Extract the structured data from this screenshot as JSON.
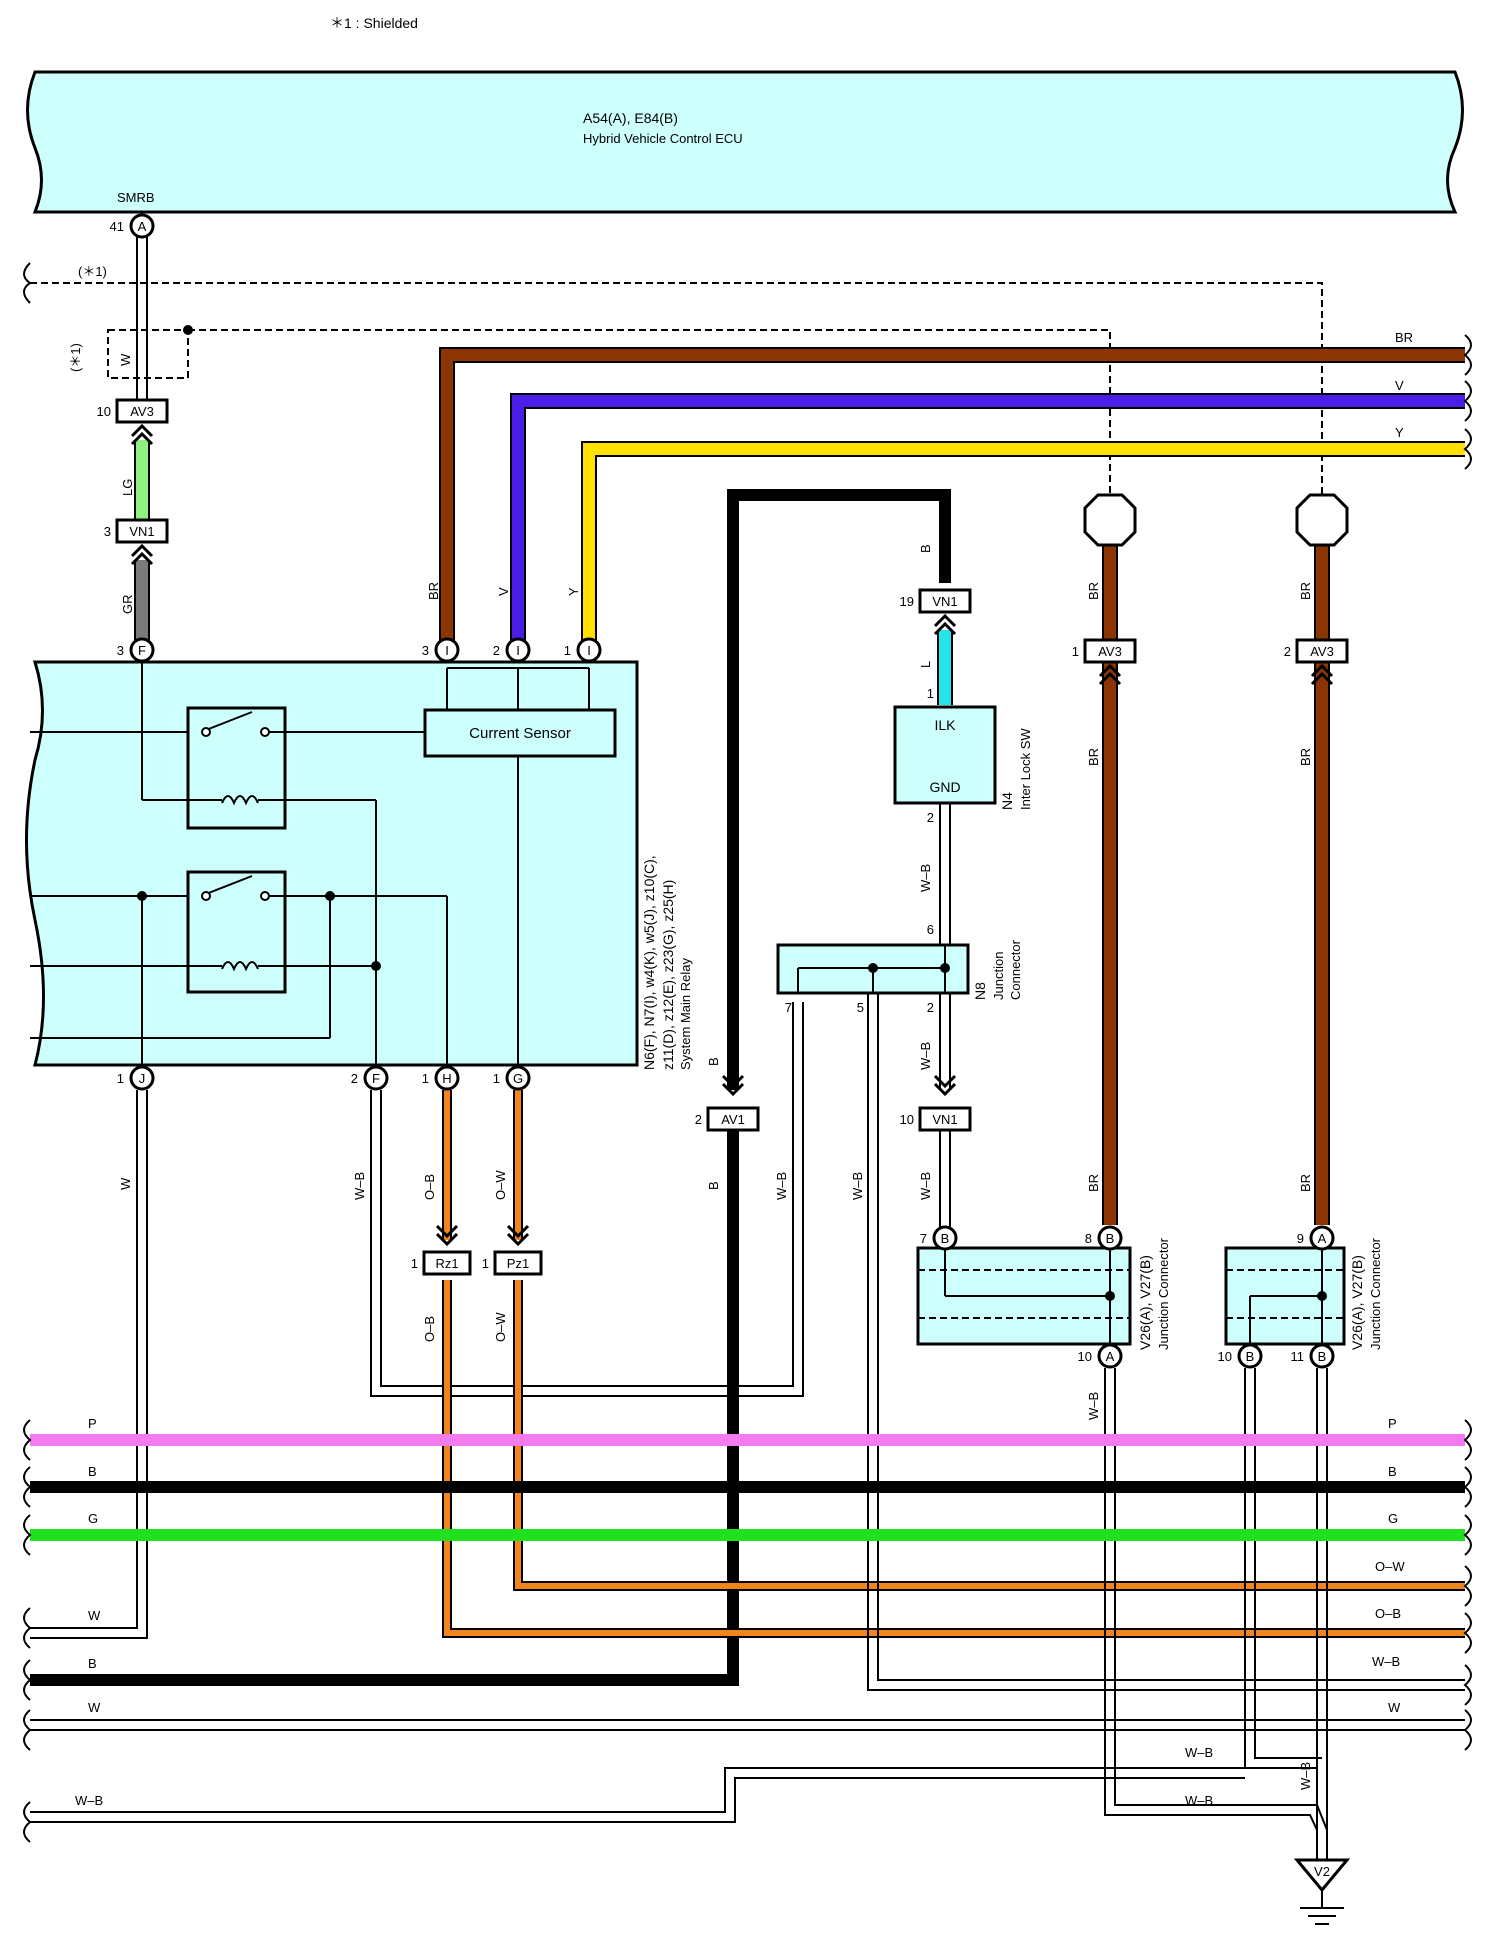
{
  "note": "＊1 : Shielded",
  "ecu": {
    "code": "A54(A), E84(B)",
    "name": "Hybrid Vehicle Control ECU",
    "pin_label": "SMRB",
    "pin_num": "41",
    "pin_conn": "A"
  },
  "shield": {
    "label_top": "(＊1)",
    "label_box": "(＊1)",
    "box_color": "W"
  },
  "relay": {
    "codes_1": "N6(F), N7(I), w4(K), w5(J), z10(C),",
    "codes_2": "z11(D), z12(E), z23(G), z25(H)",
    "name": "System Main Relay",
    "current_sensor": "Current Sensor",
    "pins_top": [
      {
        "num": "3",
        "conn": "F"
      },
      {
        "num": "3",
        "conn": "I"
      },
      {
        "num": "2",
        "conn": "I"
      },
      {
        "num": "1",
        "conn": "I"
      }
    ],
    "pins_bottom": [
      {
        "num": "1",
        "conn": "J"
      },
      {
        "num": "2",
        "conn": "F"
      },
      {
        "num": "1",
        "conn": "H"
      },
      {
        "num": "1",
        "conn": "G"
      }
    ]
  },
  "ilk": {
    "code": "N4",
    "name": "Inter Lock SW",
    "top": "ILK",
    "bottom": "GND",
    "pin_top": "1",
    "pin_bottom": "2"
  },
  "n8": {
    "code": "N8",
    "name1": "Junction",
    "name2": "Connector",
    "pin6": "6",
    "pin7": "7",
    "pin5": "5",
    "pin2": "2"
  },
  "v26a": {
    "code": "V26(A), V27(B)",
    "name": "Junction Connector",
    "pin7": "7",
    "conn7": "B",
    "pin8": "8",
    "conn8": "B",
    "pin10": "10",
    "conn10": "A"
  },
  "v26b": {
    "code": "V26(A), V27(B)",
    "name": "Junction Connector",
    "pin9": "9",
    "conn9": "A",
    "pin10": "10",
    "conn10": "B",
    "pin11": "11",
    "conn11": "B"
  },
  "ground": {
    "code": "V2"
  },
  "connectors": {
    "av3_left": {
      "code": "AV3",
      "pin": "10"
    },
    "vn1_left": {
      "code": "VN1",
      "pin": "3"
    },
    "vn1_19": {
      "code": "VN1",
      "pin": "19"
    },
    "vn1_10": {
      "code": "VN1",
      "pin": "10"
    },
    "av1": {
      "code": "AV1",
      "pin": "2"
    },
    "rz1": {
      "code": "Rz1",
      "pin": "1"
    },
    "pz1": {
      "code": "Pz1",
      "pin": "1"
    },
    "av3_1": {
      "code": "AV3",
      "pin": "1"
    },
    "av3_2": {
      "code": "AV3",
      "pin": "2"
    }
  },
  "wire_labels": {
    "br": "BR",
    "v": "V",
    "y": "Y",
    "lg": "LG",
    "gr": "GR",
    "b": "B",
    "l": "L",
    "w": "W",
    "wb": "W–B",
    "ob": "O–B",
    "ow": "O–W",
    "p": "P",
    "g": "G"
  },
  "colors": {
    "panel": "#cdfffd",
    "brown": "#8b3505",
    "violet": "#4b1ee8",
    "yellow": "#ffe000",
    "lightgreen": "#90f082",
    "gray": "#7a7a7a",
    "cyan": "#25e4ea",
    "orange": "#f0841e",
    "pink": "#f47af0",
    "green": "#20e020",
    "black": "#000000"
  }
}
